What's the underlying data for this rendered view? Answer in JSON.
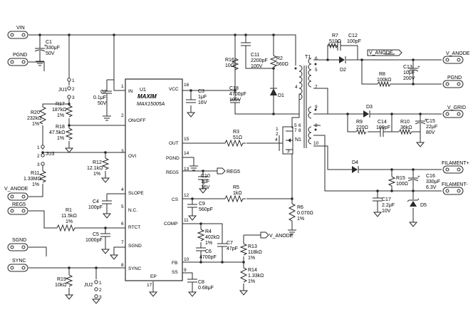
{
  "ic": {
    "ref": "U1",
    "brand": "MAXIM",
    "part": "MAX15005A",
    "pins": {
      "in": "IN",
      "vcc": "VCC",
      "onoff": "ON/OFF",
      "ovi": "OVI",
      "slope": "SLOPE",
      "nc": "N.C.",
      "rtct": "RTCT",
      "sgnd": "SGND",
      "sync": "SYNC",
      "out": "OUT",
      "pgnd": "PGND",
      "reg5": "REG5",
      "cs": "CS",
      "comp": "COMP",
      "fb": "FB",
      "ss": "SS",
      "ep": "EP"
    },
    "pin_numbers": {
      "in": "1",
      "vcc": "16",
      "onoff": "2",
      "ovi": "3",
      "slope": "4",
      "nc": "5",
      "rtct": "6",
      "sgnd": "7",
      "sync": "8",
      "out": "15",
      "pgnd": "14",
      "reg5": "13",
      "cs": "12",
      "comp": "11",
      "fb": "10",
      "ss": "9",
      "ep": "17"
    }
  },
  "connectors": {
    "vin": "VIN",
    "pgnd_left": "PGND",
    "v_anode_left": "V_ANODE",
    "reg5_left": "REG5",
    "reg5_mid": "REG5",
    "sgnd": "SGND",
    "sync": "SYNC",
    "v_anode_top": "V_ANODE",
    "v_anode_fb": "V_ANODE",
    "v_anode_right": "V_ANODE",
    "pgnd_right": "PGND",
    "v_grid": "V_GRID",
    "filament_plus": "FILAMENT+",
    "filament_minus": "FILAMENT-"
  },
  "components": {
    "c1": [
      "C1",
      "330μF",
      "50V"
    ],
    "c2": [
      "C2",
      "0.1μF",
      "50V"
    ],
    "c3": [
      "C3",
      "1μF",
      "16V"
    ],
    "c4": [
      "C4",
      "100pF"
    ],
    "c5": [
      "C5",
      "1000pF"
    ],
    "c6": [
      "C6",
      "4700pF"
    ],
    "c7": [
      "C7",
      "47pF"
    ],
    "c8": [
      "C8",
      "0.68μF"
    ],
    "c9": [
      "C9",
      "560pF"
    ],
    "c10": [
      "C10",
      "1μF",
      "16V"
    ],
    "c11": [
      "C11",
      "2200pF",
      "100V"
    ],
    "c12": [
      "C12",
      "100pF"
    ],
    "c13": [
      "C13",
      "10μF",
      "200V"
    ],
    "c14": [
      "C14",
      "100pF"
    ],
    "c15": [
      "C15",
      "22μF",
      "80V"
    ],
    "c16": [
      "C16",
      "330μF",
      "6.3V"
    ],
    "c17": [
      "C17",
      "2.2μF",
      "10V"
    ],
    "c18": [
      "C18",
      "4700pF",
      "100V"
    ],
    "r1": [
      "R1",
      "11.5kΩ",
      "1%"
    ],
    "r2": [
      "R2",
      "560Ω"
    ],
    "r3": [
      "R3",
      "51Ω"
    ],
    "r4": [
      "R4",
      "402kΩ",
      "1%"
    ],
    "r5": [
      "R5",
      "1kΩ"
    ],
    "r6": [
      "R6",
      "0.070Ω",
      "1%"
    ],
    "r7": [
      "R7",
      "510Ω"
    ],
    "r8": [
      "R8",
      "100kΩ"
    ],
    "r9": [
      "R9",
      "220Ω"
    ],
    "r10": [
      "R10",
      "36kΩ"
    ],
    "r11": [
      "R11",
      "1.33MΩ",
      "1%"
    ],
    "r12": [
      "R12",
      "12.1kΩ",
      "1%"
    ],
    "r13": [
      "R13",
      "118kΩ",
      "1%"
    ],
    "r14": [
      "R14",
      "1.33kΩ",
      "1%"
    ],
    "r15": [
      "R15",
      "100Ω"
    ],
    "r16": [
      "R16",
      "10Ω"
    ],
    "r17": [
      "R17",
      "187kΩ",
      "1%"
    ],
    "r18": [
      "R18",
      "47.5kΩ",
      "1%"
    ],
    "r19": [
      "R19",
      "10kΩ"
    ],
    "r20": [
      "R20",
      "232kΩ",
      "1%"
    ],
    "d1": "D1",
    "d2": "D2",
    "d3": "D3",
    "d4": "D4",
    "d5": "D5",
    "n1": "N1",
    "t1": "T1",
    "ju1": "JU1",
    "ju2": "JU2",
    "ju3": "JU3"
  },
  "pin_labels": {
    "ju1": [
      "1",
      "2",
      "3"
    ],
    "ju2": [
      "1",
      "2",
      "3"
    ],
    "ju3": [
      "1",
      "2",
      "3"
    ],
    "n1": [
      "1",
      "2",
      "3",
      "4",
      "5",
      "6",
      "7",
      "8"
    ],
    "t1": [
      "6",
      "5",
      "4",
      "7",
      "9",
      "8",
      "10"
    ]
  }
}
